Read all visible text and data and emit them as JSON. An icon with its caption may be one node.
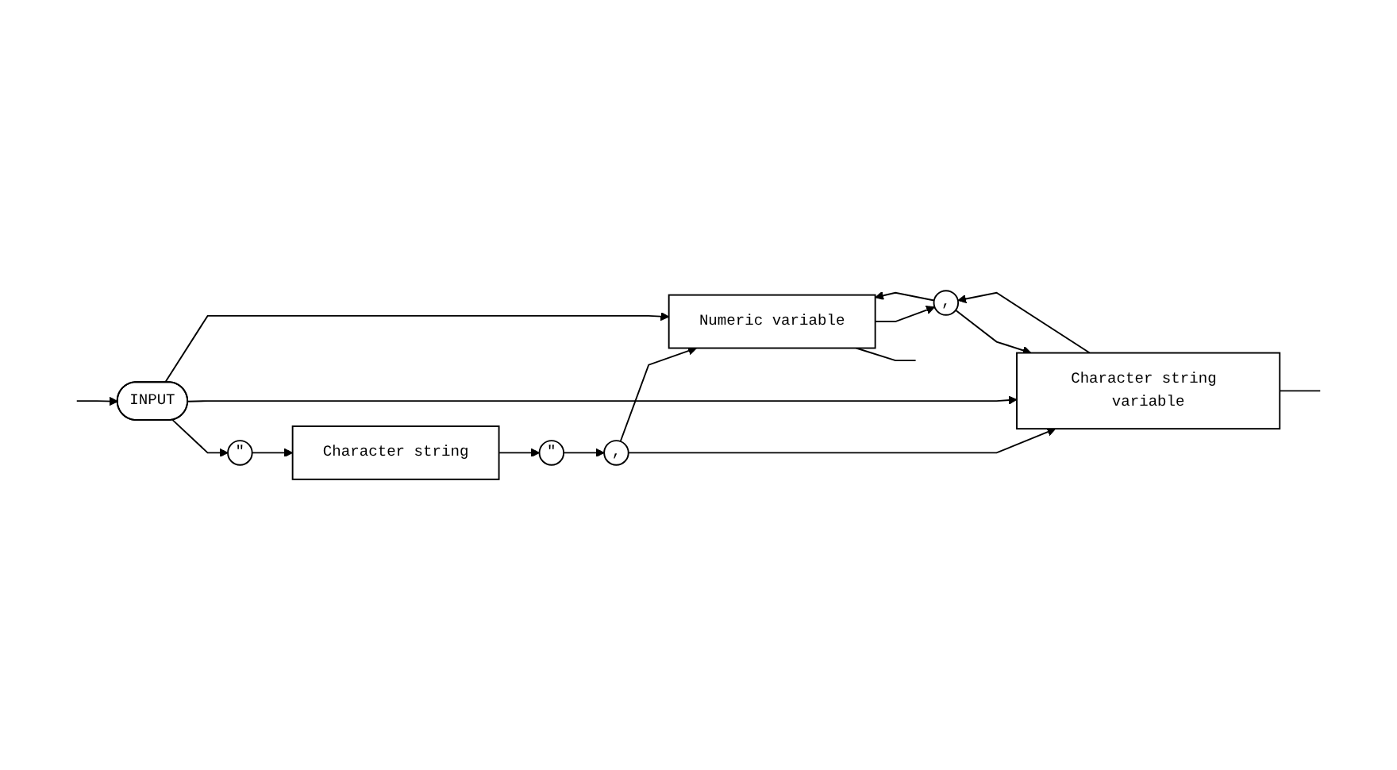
{
  "diagram": {
    "nodes": [
      {
        "text": [
          "INPUT"
        ]
      },
      {
        "text": [
          "\""
        ]
      },
      {
        "text": [
          "Character string"
        ]
      },
      {
        "text": [
          "\""
        ]
      },
      {
        "text": [
          ","
        ]
      },
      {
        "text": [
          "Numeric variable"
        ]
      },
      {
        "text": [
          "Character string variable"
        ]
      },
      {
        "text": [
          ","
        ]
      }
    ],
    "edges": [
      {
        "from": null,
        "to": 0,
        "arrow": "to"
      },
      {
        "from": 0,
        "to": 1,
        "arrow": "to"
      },
      {
        "from": 1,
        "to": 2,
        "arrow": "to"
      },
      {
        "from": 2,
        "to": 3,
        "arrow": "to"
      },
      {
        "from": 3,
        "to": 4,
        "arrow": "to"
      },
      {
        "from": 4,
        "to": 5,
        "arrow": "to"
      },
      {
        "from": 4,
        "to": 6,
        "arrow": "to"
      },
      {
        "from": 0,
        "to": 5,
        "arrow": "to"
      },
      {
        "from": 0,
        "to": 6,
        "arrow": "to"
      },
      {
        "from": 5,
        "to": 7,
        "arrow": "to"
      },
      {
        "from": 6,
        "to": 7,
        "arrow": "to"
      },
      {
        "from": 7,
        "to": 5,
        "arrow": "to"
      },
      {
        "from": 7,
        "to": 6,
        "arrow": "to"
      },
      {
        "from": 5,
        "to": null,
        "arrow": "none"
      },
      {
        "from": 6,
        "to": null,
        "arrow": "none"
      }
    ]
  }
}
